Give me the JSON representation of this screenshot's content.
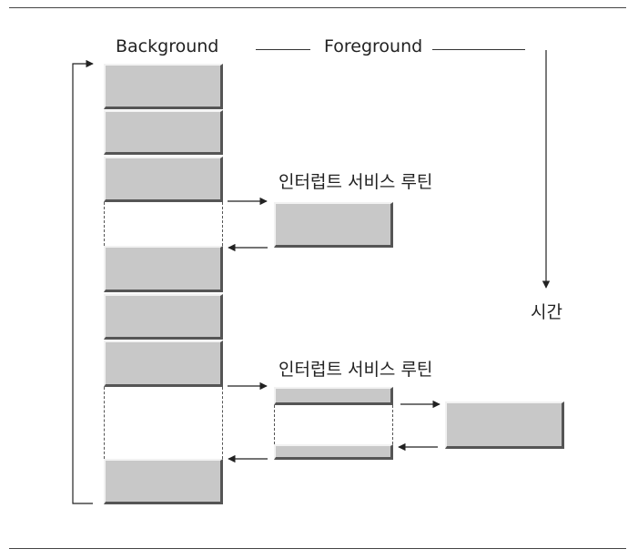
{
  "labels": {
    "background": "Background",
    "foreground": "Foreground",
    "isr_1": "인터럽트 서비스 루틴",
    "isr_2": "인터럽트 서비스 루틴",
    "time": "시간"
  }
}
